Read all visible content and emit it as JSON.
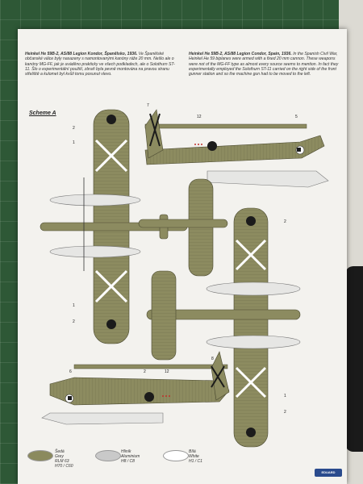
{
  "text": {
    "cz_title": "Heinkel He 59B-2, AS/88 Legion Kondor, Španělsko, 1936.",
    "cz_body": "Ve Španělské občanské válce byly nasazeny s namontovanými kanóny ráže 20 mm. Nešlo ale o kanóny MG-FF, jak je uváděno prakticky ve všech podkladech, ale o Solothurn ST-11. Šlo o experimentální použití, zbraň byla pevně montována na pravou stranu střeliště a kulomet byl kvůli tomu posunut vlevo.",
    "en_title": "Heinkel He 59B-2, AS/88 Legion Condor, Spain, 1936.",
    "en_body": "In the Spanish Civil War, Heinkel He 59 biplanes were armed with a fixed 20 mm cannon. These weapons were not of the MG-FF type as almost every source seems to mention. In fact they experimentally employed the Solothurn ST-11 carried on the right side of the front gunner station and so the machine gun had to be moved to the left.",
    "scheme": "Scheme A"
  },
  "callouts": [
    "7",
    "12",
    "5",
    "2",
    "1",
    "6",
    "2",
    "12",
    "8",
    "1",
    "2",
    "2",
    "1",
    "2"
  ],
  "legend": [
    {
      "line1": "Šedá",
      "line2": "Grey",
      "line3": "RLM 63",
      "line4": "H70 / C60",
      "color": "#8b8a5e"
    },
    {
      "line1": "Hliník",
      "line2": "Aluminium",
      "line3": "H8 / C8",
      "line4": "",
      "color": "#c9c9c9"
    },
    {
      "line1": "Bílá",
      "line2": "White",
      "line3": "H1 / C1",
      "line4": "",
      "color": "#ffffff"
    }
  ],
  "colors": {
    "airframe": "#8c8b60",
    "float": "#e6e6e4",
    "black": "#1b1b1b",
    "white": "#ffffff",
    "red": "#c0302a"
  },
  "logo_text": "EDUARD"
}
